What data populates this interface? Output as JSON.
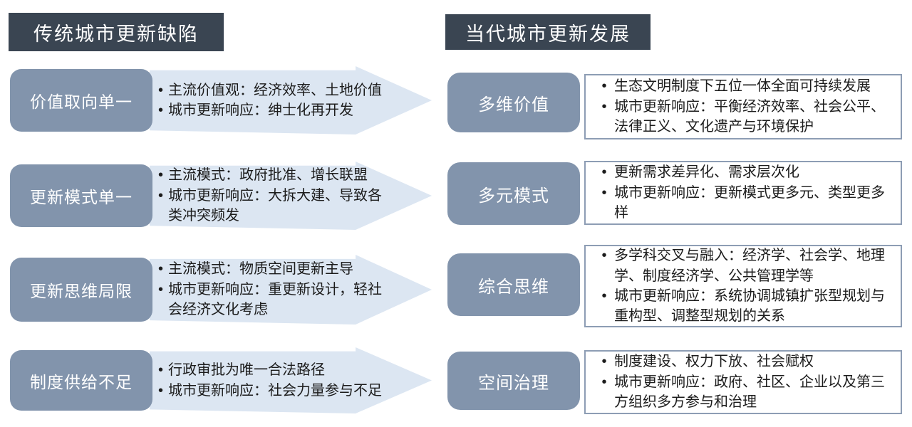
{
  "ui": {
    "bullet": "•"
  },
  "colors": {
    "header_bg": "#3a4552",
    "label_bg": "#8294ac",
    "arrow_bg": "#dce6f2",
    "box_border": "#8d9db4",
    "text_dark": "#1c1c1c",
    "text_light": "#ffffff"
  },
  "left": {
    "header": "传统城市更新缺陷",
    "rows": [
      {
        "label": "价值取向单一",
        "bullets": [
          "主流价值观：经济效率、土地价值",
          "城市更新响应：绅士化再开发"
        ]
      },
      {
        "label": "更新模式单一",
        "bullets": [
          "主流模式：政府批准、增长联盟",
          "城市更新响应：大拆大建、导致各类冲突频发"
        ]
      },
      {
        "label": "更新思维局限",
        "bullets": [
          "主流模式：物质空间更新主导",
          "城市更新响应：重更新设计，轻社会经济文化考虑"
        ]
      },
      {
        "label": "制度供给不足",
        "bullets": [
          "行政审批为唯一合法路径",
          "城市更新响应：社会力量参与不足"
        ]
      }
    ]
  },
  "right": {
    "header": "当代城市更新发展",
    "rows": [
      {
        "label": "多维价值",
        "bullets": [
          "生态文明制度下五位一体全面可持续发展",
          "城市更新响应：平衡经济效率、社会公平、法律正义、文化遗产与环境保护"
        ]
      },
      {
        "label": "多元模式",
        "bullets": [
          "更新需求差异化、需求层次化",
          "城市更新响应：更新模式更多元、类型更多样"
        ]
      },
      {
        "label": "综合思维",
        "bullets": [
          "多学科交叉与融入：经济学、社会学、地理学、制度经济学、公共管理学等",
          "城市更新响应：系统协调城镇扩张型规划与重构型、调整型规划的关系"
        ]
      },
      {
        "label": "空间治理",
        "bullets": [
          "制度建设、权力下放、社会赋权",
          "城市更新响应：政府、社区、企业以及第三方组织多方参与和治理"
        ]
      }
    ]
  }
}
